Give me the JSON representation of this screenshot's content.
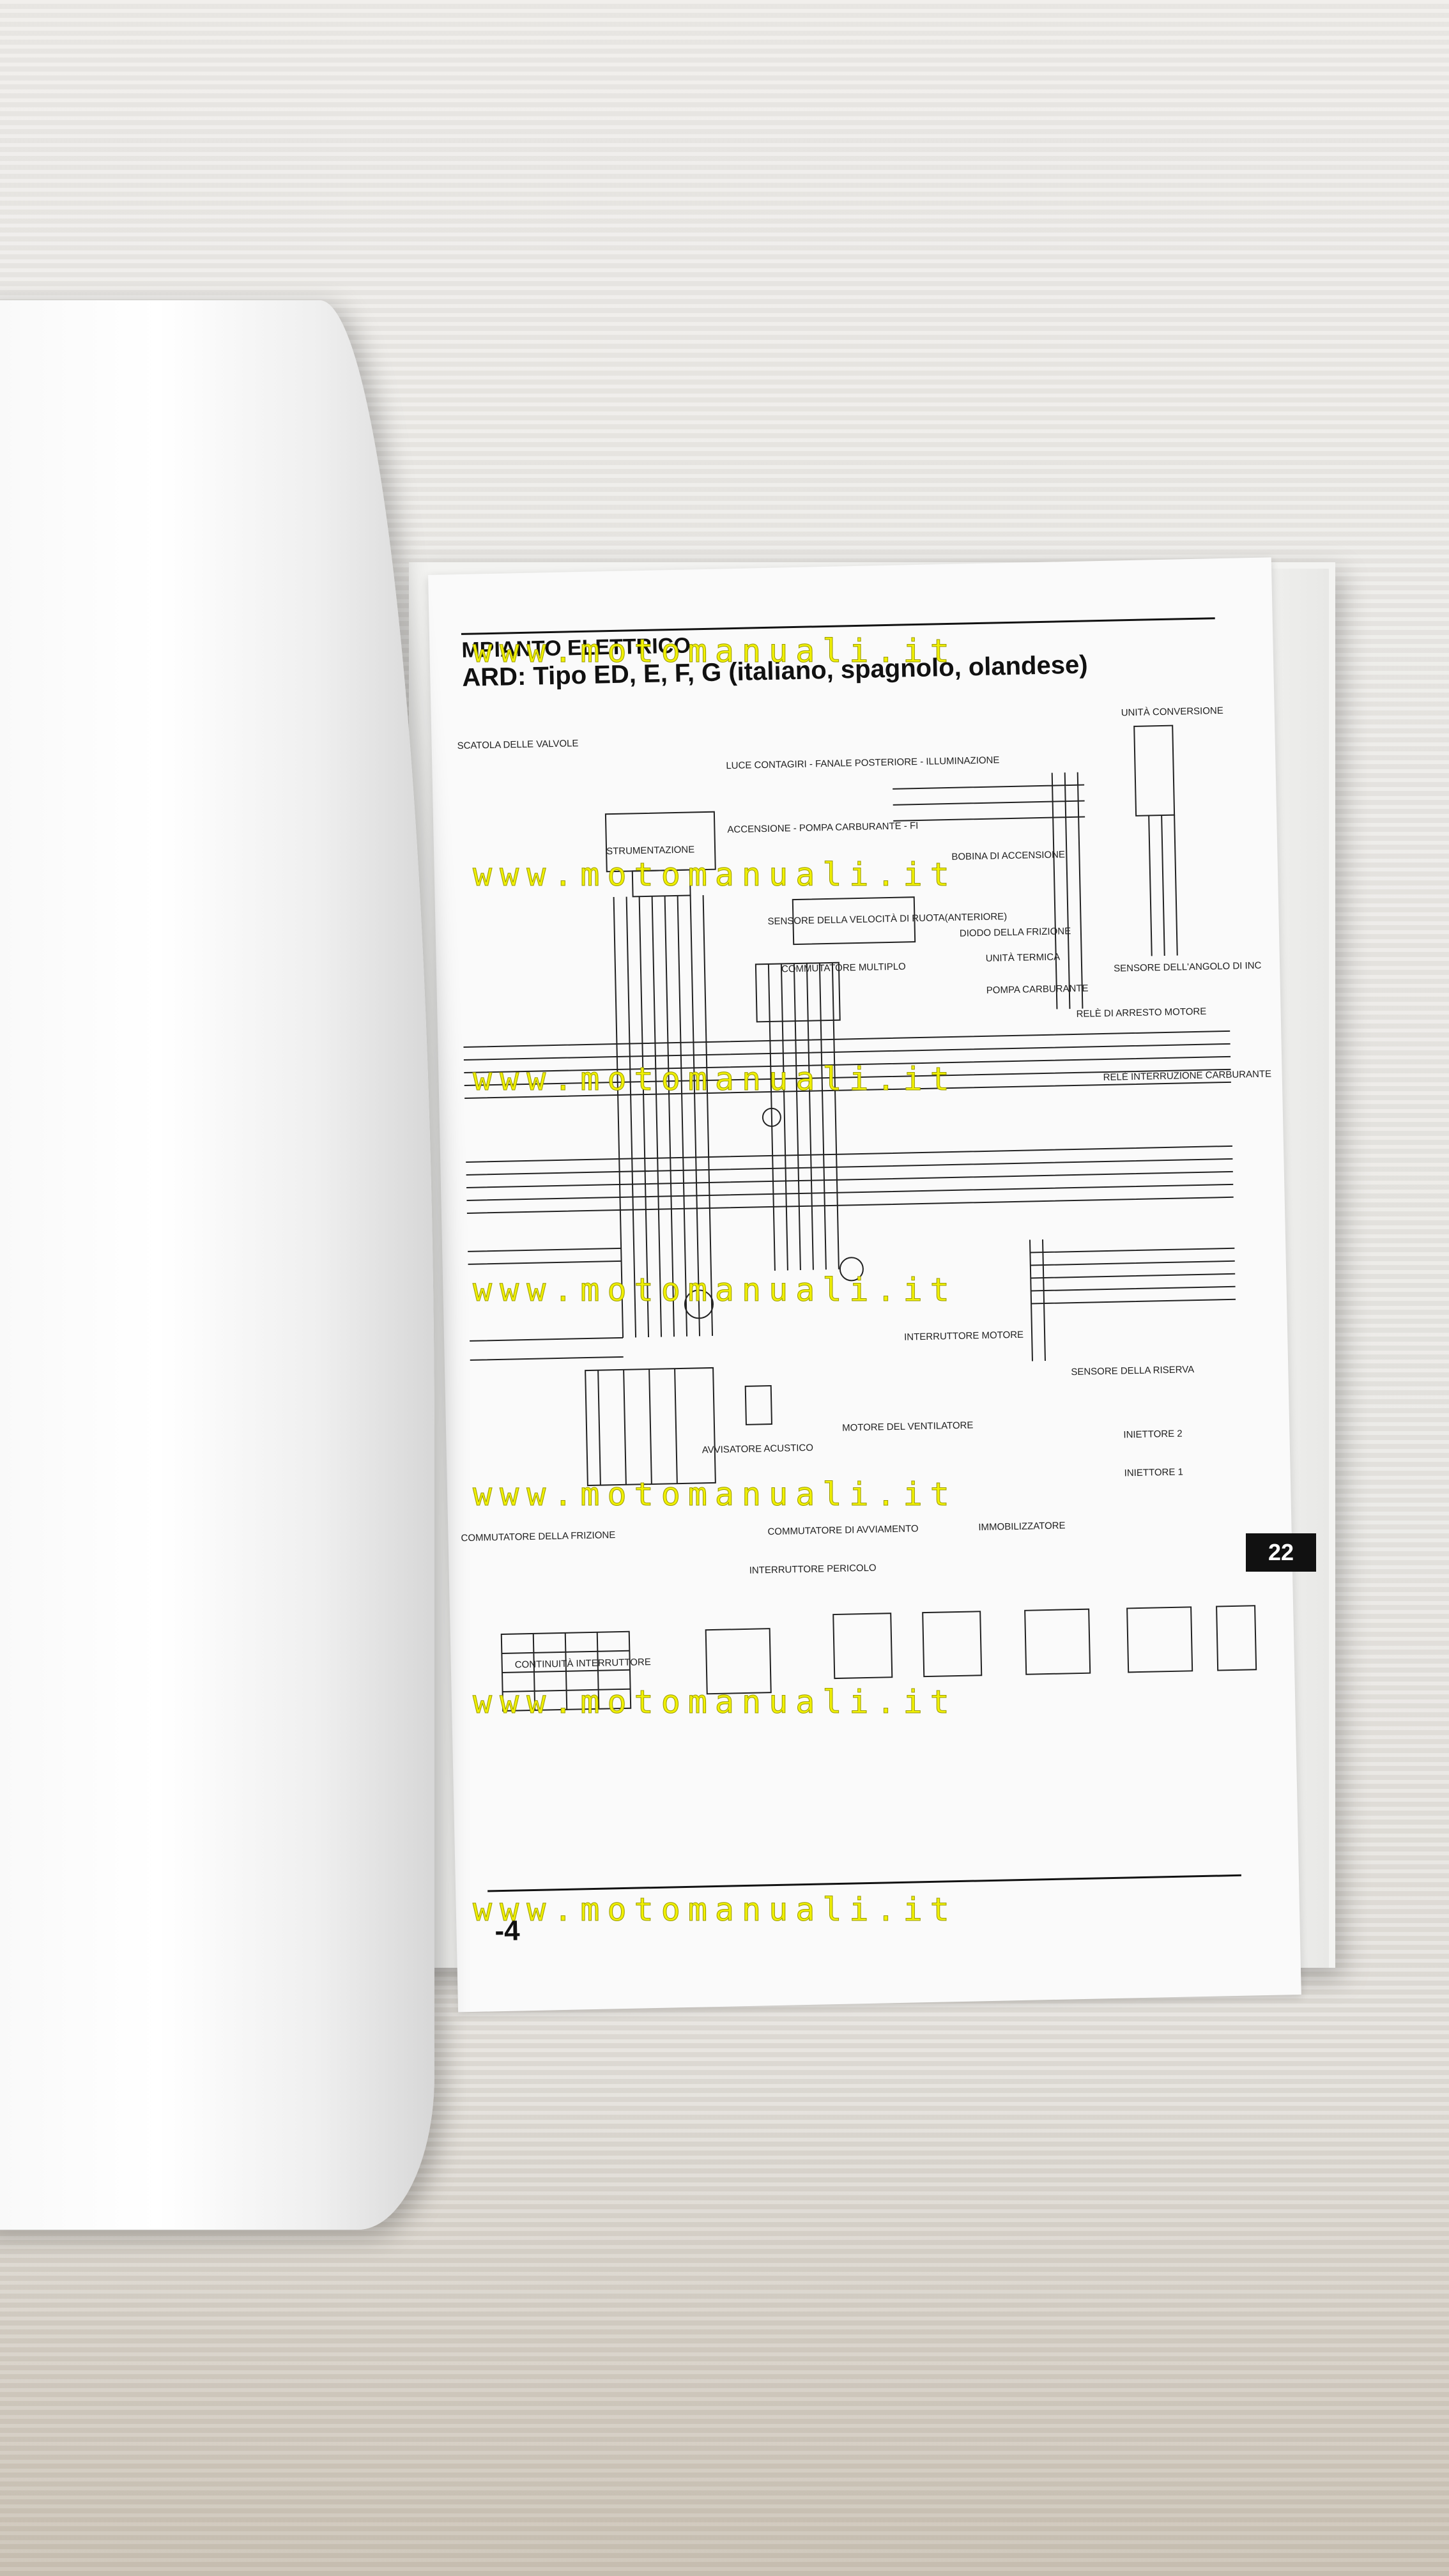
{
  "document": {
    "header_title": "MPIANTO ELETTRICO",
    "header_subtitle": "ARD: Tipo ED, E, F, G (italiano, spagnolo, olandese)",
    "tab_number": "22",
    "page_number": "-4"
  },
  "labels": [
    "SCATOLA DELLE VALVOLE",
    "STRUMENTAZIONE",
    "LUCE CONTAGIRI - FANALE POSTERIORE - ILLUMINAZIONE",
    "ACCENSIONE - POMPA CARBURANTE - FI",
    "BOBINA DI ACCENSIONE",
    "SENSORE DELLA VELOCITÀ DI RUOTA(ANTERIORE)",
    "COMMUTATORE MULTIPLO",
    "DIODO DELLA FRIZIONE",
    "UNITÀ TERMICA",
    "POMPA CARBURANTE",
    "RELÈ DI ARRESTO MOTORE",
    "SENSORE DELL'ANGOLO DI INC",
    "RELÈ INTERRUZIONE CARBURANTE",
    "INTERRUTTORE MOTORE",
    "SENSORE DELLA RISERVA",
    "MOTORE DEL VENTILATORE",
    "AVVISATORE ACUSTICO",
    "INIETTORE 2",
    "INIETTORE 1",
    "IMMOBILIZZATORE",
    "COMMUTATORE DI AVVIAMENTO",
    "INTERRUTTORE PERICOLO",
    "COMMUTATORE DELLA FRIZIONE",
    "CONTINUITÀ INTERRUTTORE",
    "UNITÀ CONVERSIONE"
  ],
  "watermark": {
    "text": "www.motomanuali.it",
    "color": "#f0f000"
  }
}
